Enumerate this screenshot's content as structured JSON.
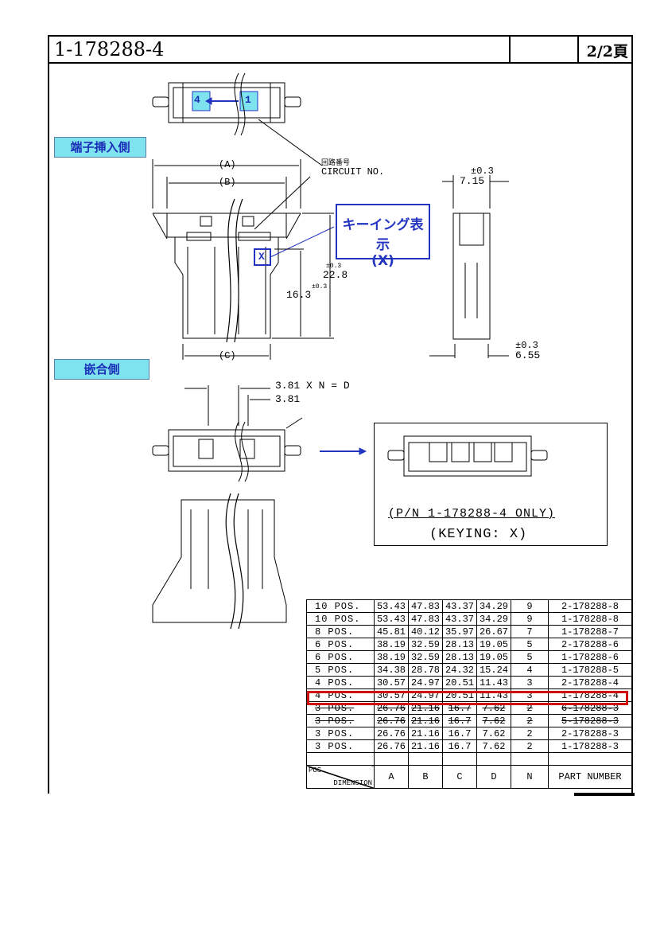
{
  "header": {
    "part_number": "1-178288-4",
    "page": "2/2頁"
  },
  "labels": {
    "terminal_side": "端子挿入側",
    "mating_side": "嵌合側",
    "circuit_no_jp": "回路番号",
    "circuit_no": "CIRCUIT NO.",
    "keying_jp": "キーイング表示",
    "keying_x": "(X)",
    "pin_left": "4",
    "pin_right": "1",
    "key_mark": "X"
  },
  "dimensions": {
    "a": "(A)",
    "b": "(B)",
    "c": "(C)",
    "h1": "22.8",
    "h1_tol": "±0.3",
    "h2": "16.3",
    "h2_tol": "±0.3",
    "w1": "7.15",
    "w1_tol": "±0.3",
    "w2": "6.55",
    "w2_tol": "±0.3",
    "pitch_formula": "3.81 X N = D",
    "pitch": "3.81"
  },
  "inset": {
    "pn_note": "(P/N 1-178288-4 ONLY)",
    "keying_note": "(KEYING: X)"
  },
  "table": {
    "rows": [
      {
        "pos": "10 POS.",
        "a": "53.43",
        "b": "47.83",
        "c": "43.37",
        "d": "34.29",
        "n": "9",
        "pn": "2-178288-8"
      },
      {
        "pos": "10 POS.",
        "a": "53.43",
        "b": "47.83",
        "c": "43.37",
        "d": "34.29",
        "n": "9",
        "pn": "1-178288-8"
      },
      {
        "pos": "8 POS.",
        "a": "45.81",
        "b": "40.12",
        "c": "35.97",
        "d": "26.67",
        "n": "7",
        "pn": "1-178288-7"
      },
      {
        "pos": "6 POS.",
        "a": "38.19",
        "b": "32.59",
        "c": "28.13",
        "d": "19.05",
        "n": "5",
        "pn": "2-178288-6"
      },
      {
        "pos": "6 POS.",
        "a": "38.19",
        "b": "32.59",
        "c": "28.13",
        "d": "19.05",
        "n": "5",
        "pn": "1-178288-6"
      },
      {
        "pos": "5 POS.",
        "a": "34.38",
        "b": "28.78",
        "c": "24.32",
        "d": "15.24",
        "n": "4",
        "pn": "1-178288-5"
      },
      {
        "pos": "4 POS.",
        "a": "30.57",
        "b": "24.97",
        "c": "20.51",
        "d": "11.43",
        "n": "3",
        "pn": "2-178288-4"
      },
      {
        "pos": "4 POS.",
        "a": "30.57",
        "b": "24.97",
        "c": "20.51",
        "d": "11.43",
        "n": "3",
        "pn": "1-178288-4"
      },
      {
        "pos": "3 POS.",
        "a": "26.76",
        "b": "21.16",
        "c": "16.7",
        "d": "7.62",
        "n": "2",
        "pn": "6-178288-3"
      },
      {
        "pos": "3 POS.",
        "a": "26.76",
        "b": "21.16",
        "c": "16.7",
        "d": "7.62",
        "n": "2",
        "pn": "5-178288-3"
      },
      {
        "pos": "3 POS.",
        "a": "26.76",
        "b": "21.16",
        "c": "16.7",
        "d": "7.62",
        "n": "2",
        "pn": "2-178288-3"
      },
      {
        "pos": "3 POS.",
        "a": "26.76",
        "b": "21.16",
        "c": "16.7",
        "d": "7.62",
        "n": "2",
        "pn": "1-178288-3"
      }
    ],
    "struck_rows": [
      8,
      9
    ],
    "highlight_row": 7,
    "header": {
      "pos": "POS",
      "dimension": "DIMENSION",
      "a": "A",
      "b": "B",
      "c": "C",
      "d": "D",
      "n": "N",
      "pn": "PART NUMBER"
    },
    "highlight_color": "#d01010"
  },
  "colors": {
    "badge_bg": "#7fe3ef",
    "accent_blue": "#2234c0"
  }
}
